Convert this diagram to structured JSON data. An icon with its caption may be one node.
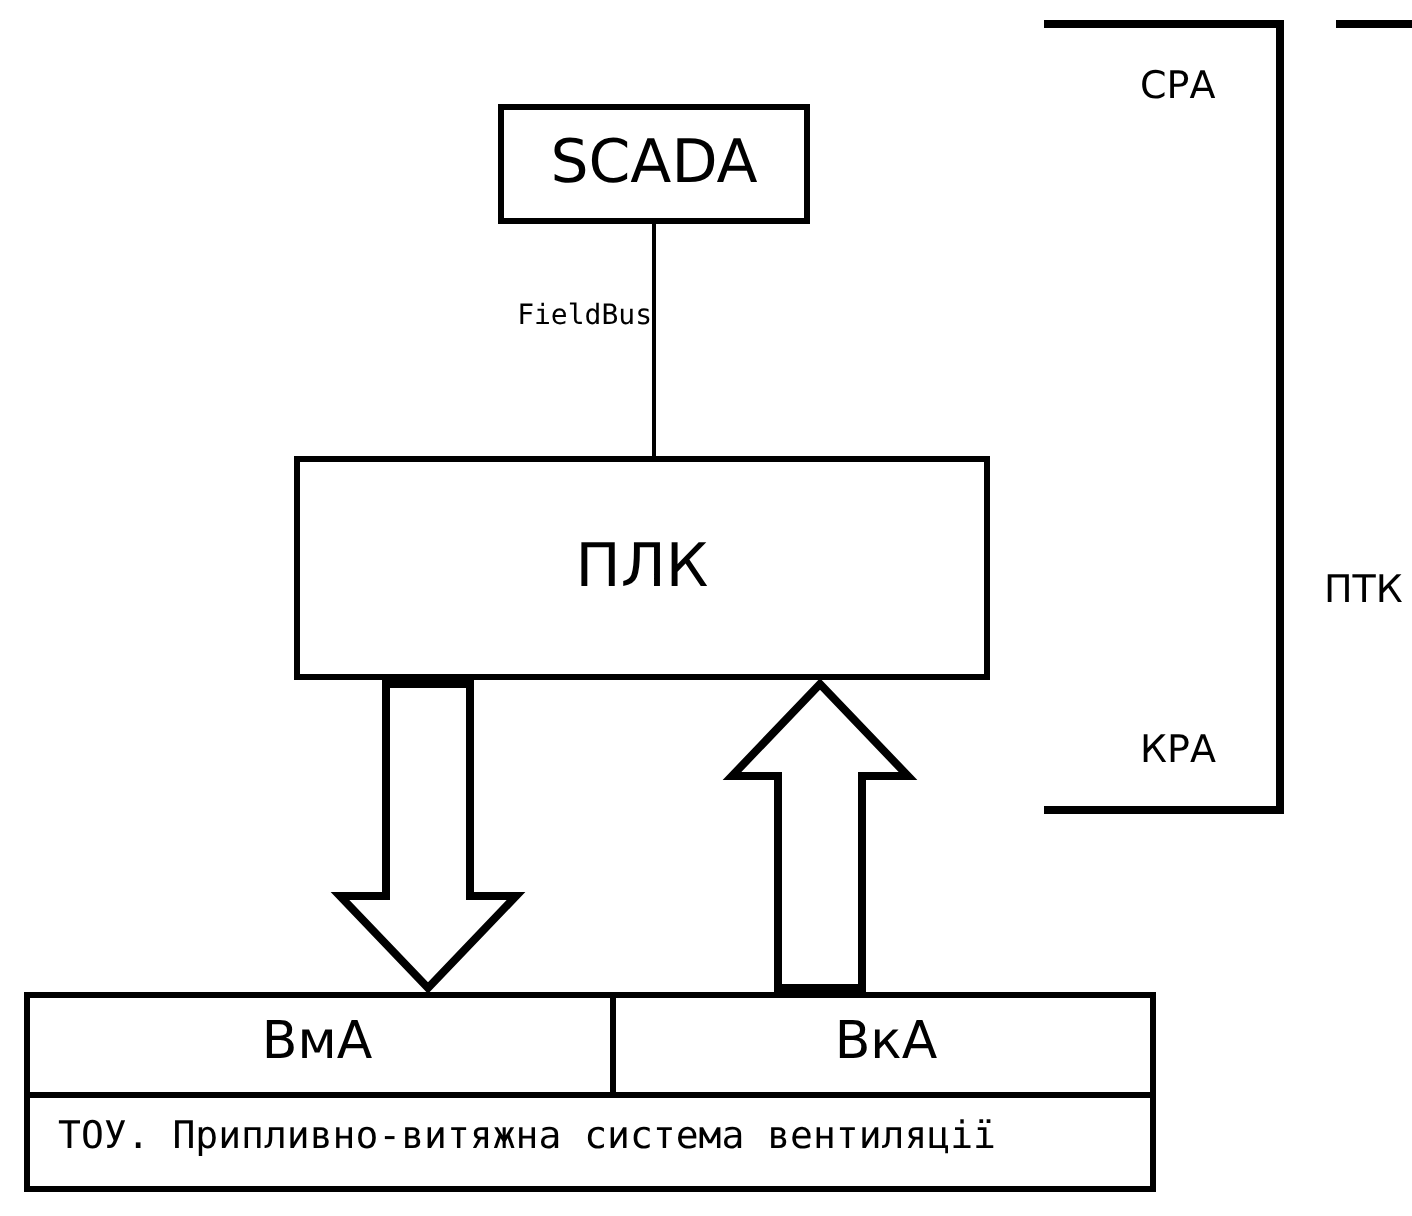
{
  "diagram": {
    "nodes": [
      {
        "text": [
          "SCADA"
        ]
      },
      {
        "text": [
          "ПЛК"
        ]
      },
      {
        "text": [
          "ТОУ. Припливно-витяжна система вентиляції"
        ]
      },
      {
        "text": [
          "ВмА"
        ],
        "in": 2
      },
      {
        "text": [
          "ВкА"
        ],
        "in": 2
      }
    ],
    "edges": [
      {
        "from": 0,
        "to": 1,
        "arrow": "none",
        "label": "FieldBus"
      },
      {
        "from": 1,
        "to": 3,
        "arrow": "to",
        "style": "thick"
      },
      {
        "from": 4,
        "to": 1,
        "arrow": "to",
        "style": "thick"
      }
    ],
    "labels": [
      "СРА",
      "ПТК",
      "КРА"
    ]
  }
}
